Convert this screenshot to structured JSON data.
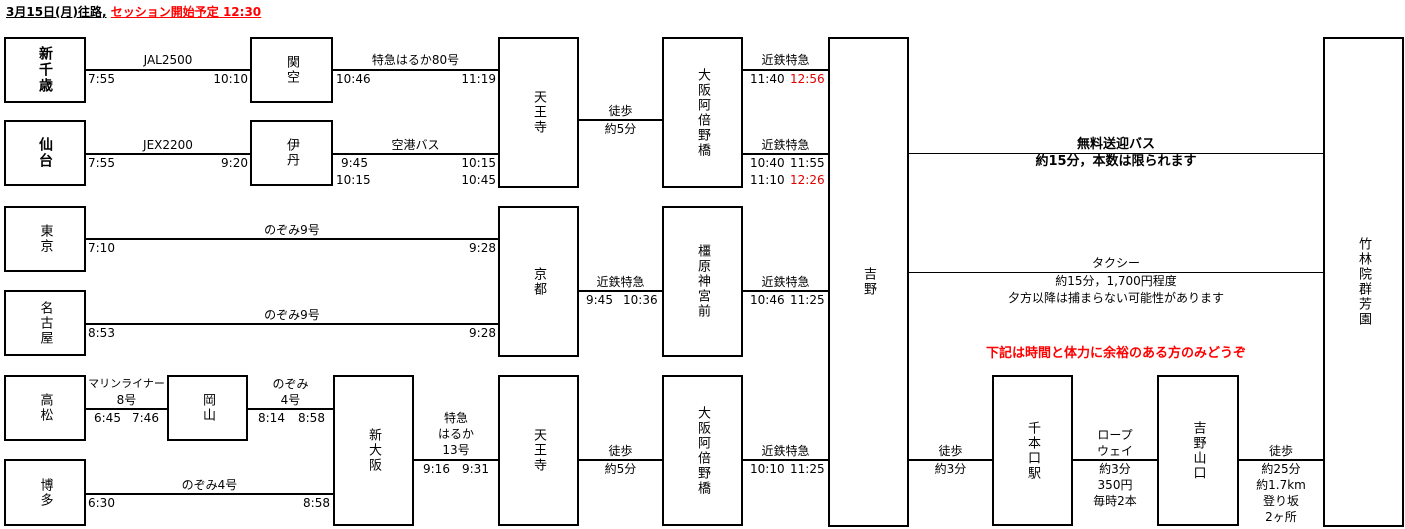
{
  "header": {
    "date": "3月15日(月)往路,",
    "session": "セッション開始予定 12:30"
  },
  "boxes": {
    "shinchitose": "新千歳",
    "sendai": "仙台",
    "tokyo": "東京",
    "nagoya": "名古屋",
    "takamatsu": "高松",
    "hakata": "博多",
    "kanku": "関空",
    "itami": "伊丹",
    "okayama": "岡山",
    "shinosaka": "新大阪",
    "tennoji1": "天王寺",
    "kyoto": "京都",
    "tennoji2": "天王寺",
    "abeno1": "大阪阿倍野橋",
    "kashihara": "橿原神宮前",
    "abeno2": "大阪阿倍野橋",
    "yoshino": "吉野",
    "senbonguchi": "千本口駅",
    "yoshinoyamaguchi": "吉野山口",
    "chikurin": "竹林院群芳園"
  },
  "routes": {
    "jal": {
      "name": "JAL2500",
      "dep": "7:55",
      "arr": "10:10"
    },
    "haruka80": {
      "name": "特急はるか80号",
      "dep": "10:46",
      "arr": "11:19"
    },
    "jex": {
      "name": "JEX2200",
      "dep": "7:55",
      "arr": "9:20"
    },
    "kukobus": {
      "name": "空港バス",
      "dep1": "9:45",
      "arr1": "10:15",
      "dep2": "10:15",
      "arr2": "10:45"
    },
    "walk1": {
      "name": "徒歩",
      "time": "約5分"
    },
    "kintetsu1": {
      "name": "近鉄特急",
      "dep1": "11:40",
      "arr1": "12:56",
      "dep2": "10:40",
      "arr2": "11:55",
      "dep3": "11:10",
      "arr3": "12:26"
    },
    "nozomi9a": {
      "name": "のぞみ9号",
      "dep": "7:10",
      "arr": "9:28"
    },
    "nozomi9b": {
      "name": "のぞみ9号",
      "dep": "8:53",
      "arr": "9:28"
    },
    "kintetsu_kyoto": {
      "name": "近鉄特急",
      "dep": "9:45",
      "arr": "10:36"
    },
    "kintetsu2": {
      "name": "近鉄特急",
      "dep": "10:46",
      "arr": "11:25"
    },
    "marine": {
      "name1": "マリンライナー",
      "name2": "8号",
      "dep": "6:45",
      "arr": "7:46"
    },
    "nozomi4a": {
      "name1": "のぞみ",
      "name2": "4号",
      "dep": "8:14",
      "arr": "8:58"
    },
    "haruka13": {
      "name1": "特急",
      "name2": "はるか",
      "name3": "13号",
      "dep": "9:16",
      "arr": "9:31"
    },
    "nozomi4b": {
      "name": "のぞみ4号",
      "dep": "6:30",
      "arr": "8:58"
    },
    "walk2": {
      "name": "徒歩",
      "time": "約5分"
    },
    "kintetsu3": {
      "name": "近鉄特急",
      "dep": "10:10",
      "arr": "11:25"
    },
    "shuttle": {
      "line1": "無料送迎バス",
      "line2": "約15分，本数は限られます"
    },
    "taxi": {
      "line1": "タクシー",
      "line2": "約15分，1,700円程度",
      "line3": "夕方以降は捕まらない可能性があります"
    },
    "note": "下記は時間と体力に余裕のある方のみどうぞ",
    "walk3": {
      "name": "徒歩",
      "time": "約3分"
    },
    "ropeway": {
      "l1": "ロープ",
      "l2": "ウェイ",
      "l3": "約3分",
      "l4": "350円",
      "l5": "毎時2本"
    },
    "walk4": {
      "l1": "徒歩",
      "l2": "約25分",
      "l3": "約1.7km",
      "l4": "登り坂",
      "l5": "2ヶ所"
    }
  }
}
